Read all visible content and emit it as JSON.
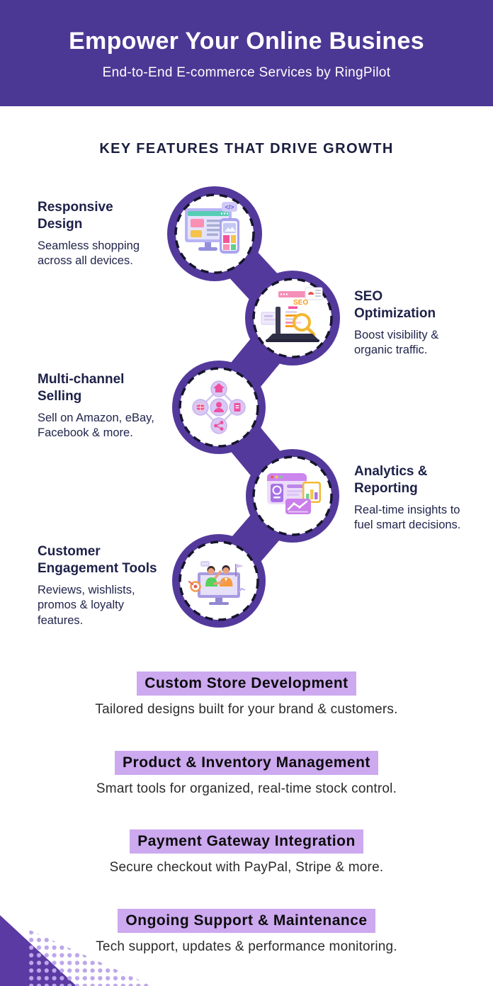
{
  "header": {
    "title": "Empower Your Online Busines",
    "subtitle": "End-to-End E-commerce Services by RingPilot"
  },
  "section_heading": "KEY FEATURES THAT DRIVE GROWTH",
  "features": [
    {
      "title": "Responsive Design",
      "description": "Seamless shopping across all devices.",
      "icon": "responsive-design-icon",
      "side": "left"
    },
    {
      "title": "SEO Optimization",
      "description": "Boost visibility & organic traffic.",
      "icon": "seo-search-icon",
      "side": "right"
    },
    {
      "title": "Multi-channel Selling",
      "description": "Sell on Amazon, eBay, Facebook & more.",
      "icon": "multi-channel-network-icon",
      "side": "left"
    },
    {
      "title": "Analytics & Reporting",
      "description": "Real-time insights to fuel smart decisions.",
      "icon": "analytics-dashboard-icon",
      "side": "right"
    },
    {
      "title": "Customer Engagement Tools",
      "description": "Reviews, wishlists, promos & loyalty features.",
      "icon": "customer-engagement-icon",
      "side": "left"
    }
  ],
  "services": [
    {
      "title": "Custom Store Development",
      "description": "Tailored designs built for your brand & customers."
    },
    {
      "title": "Product & Inventory Management",
      "description": "Smart tools for organized, real-time stock control."
    },
    {
      "title": "Payment Gateway Integration",
      "description": "Secure checkout with PayPal, Stripe & more."
    },
    {
      "title": "Ongoing Support & Maintenance",
      "description": "Tech support, updates & performance monitoring."
    }
  ],
  "colors": {
    "header_bg": "#4b3894",
    "connector_purple": "#54399c",
    "highlight_lavender": "#cda9f0",
    "triangle_purple": "#5b3aa3",
    "dots_lavender": "#bda6ea",
    "heading_navy": "#1a1e3e"
  }
}
